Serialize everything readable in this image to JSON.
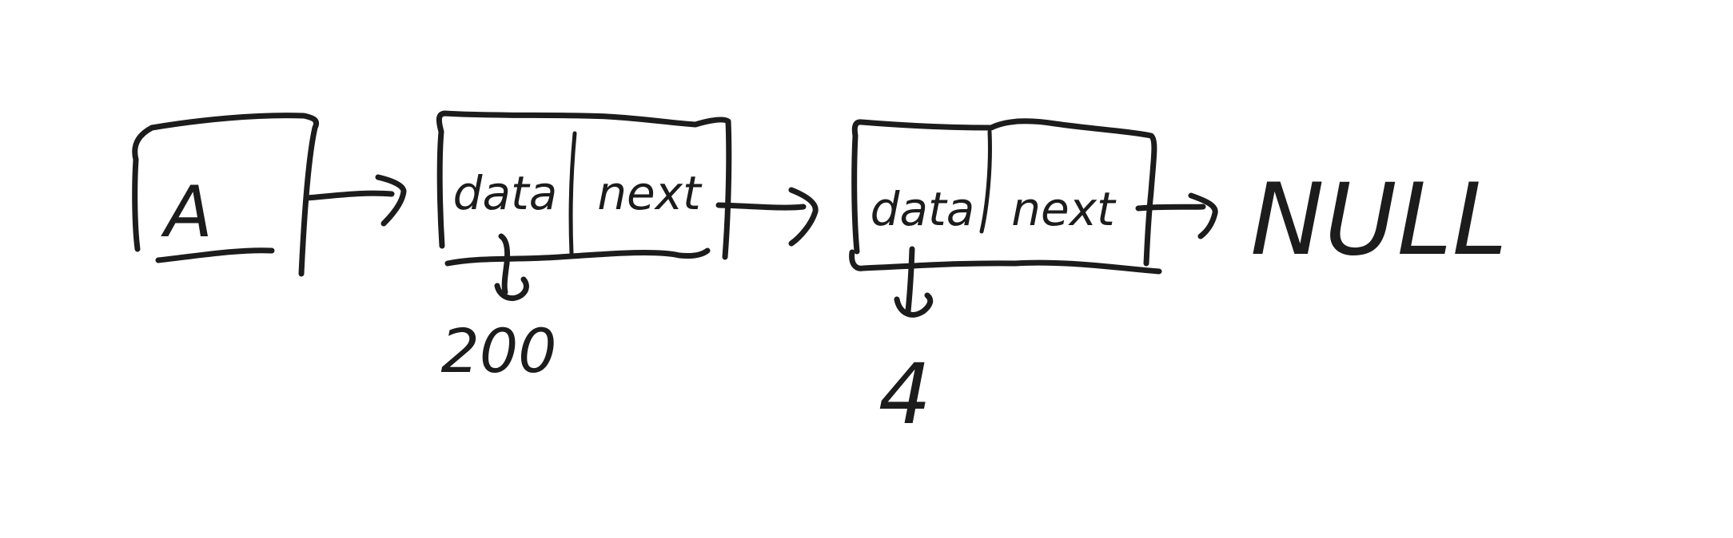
{
  "diagram": {
    "head": {
      "label": "A"
    },
    "nodes": [
      {
        "data_label": "data",
        "next_label": "next",
        "value": "200"
      },
      {
        "data_label": "data",
        "next_label": "next",
        "value": "4"
      }
    ],
    "terminal": {
      "label": "NULL"
    },
    "ink_color": "#1c1c1c"
  }
}
